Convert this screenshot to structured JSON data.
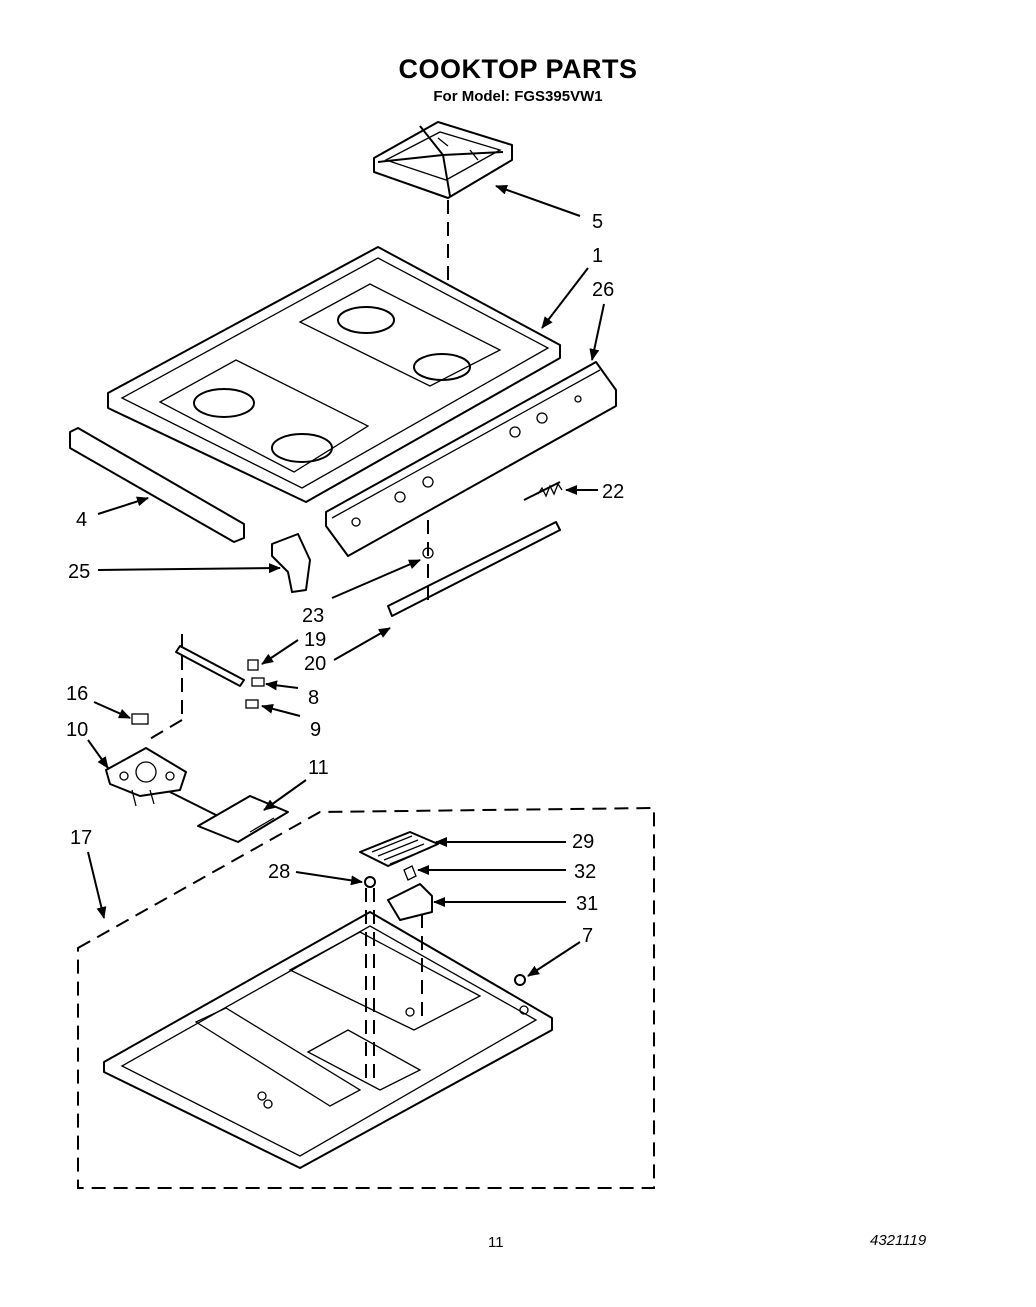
{
  "header": {
    "title": "COOKTOP PARTS",
    "subtitle": "For Model: FGS395VW1"
  },
  "footer": {
    "page_number": "11",
    "document_number": "4321119"
  },
  "callouts": [
    "5",
    "1",
    "26",
    "22",
    "4",
    "25",
    "23",
    "19",
    "20",
    "8",
    "16",
    "9",
    "10",
    "11",
    "17",
    "29",
    "28",
    "32",
    "31",
    "7"
  ],
  "icons": [
    "burner-grate",
    "cooktop-frame",
    "control-panel",
    "front-trim",
    "end-cap",
    "lid-spring",
    "support-rod",
    "hinge-bracket",
    "burner-box"
  ]
}
